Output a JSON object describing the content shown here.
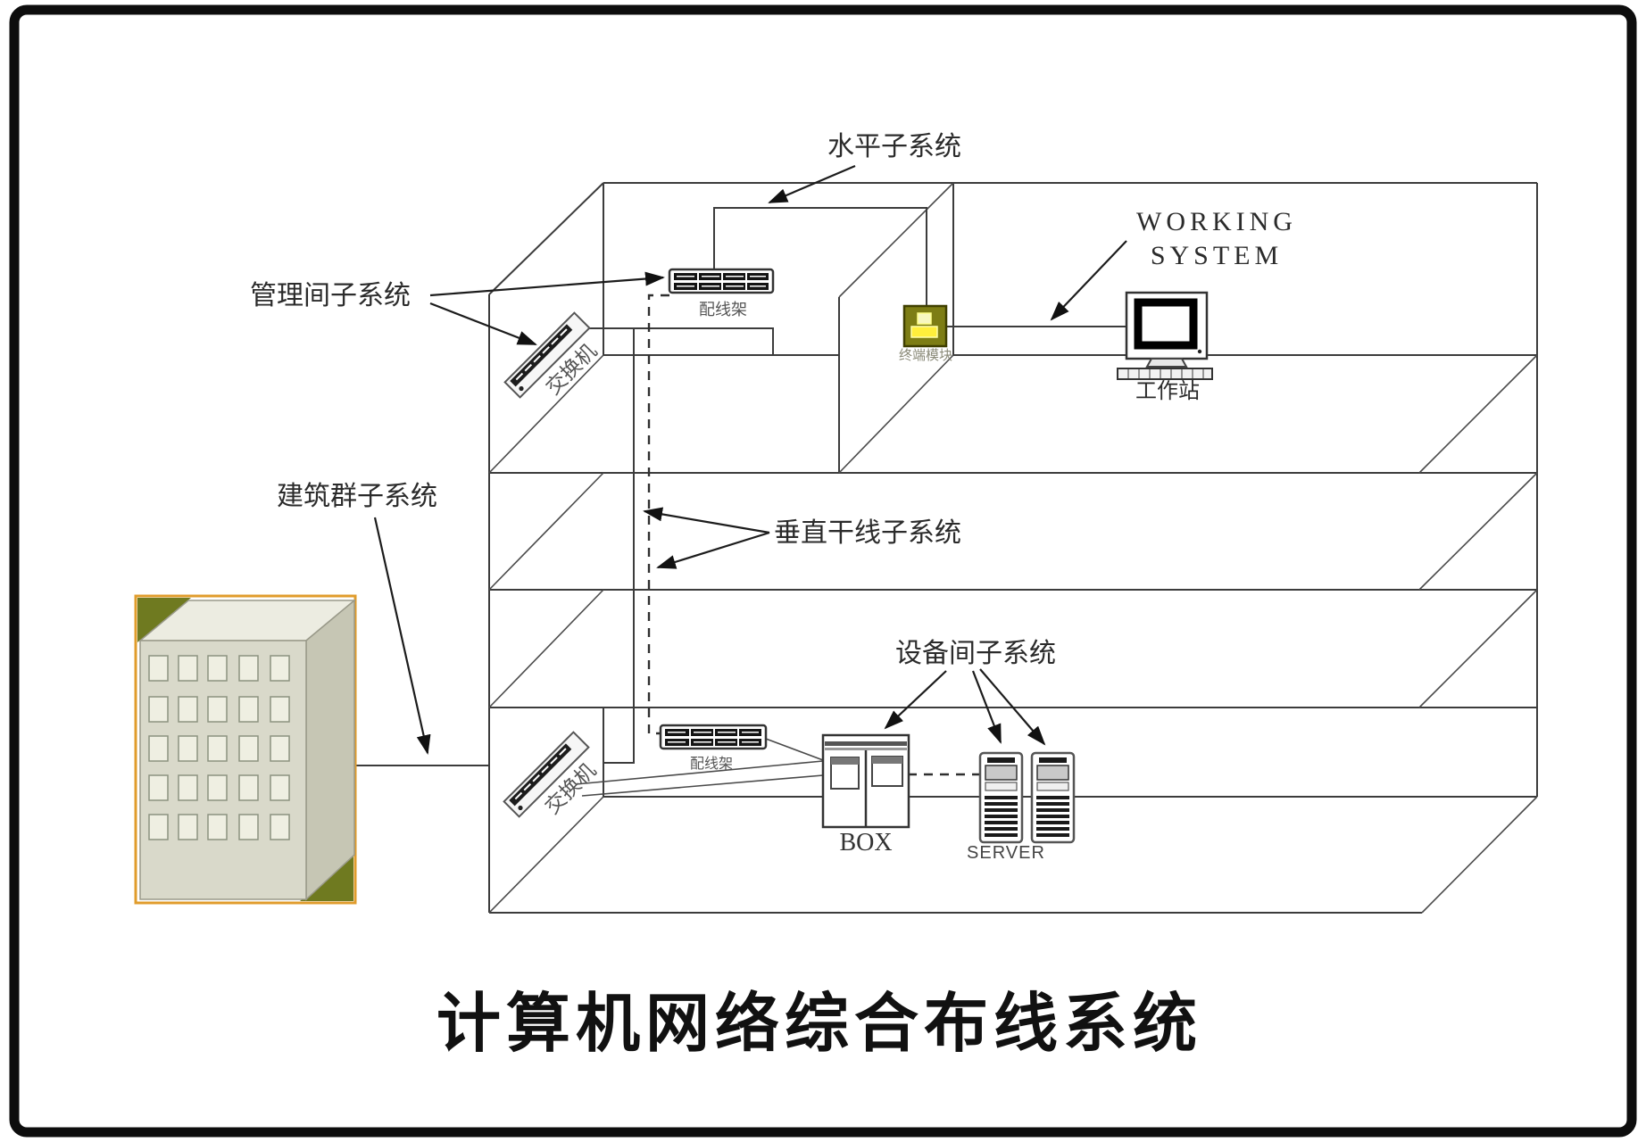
{
  "title": "计算机网络综合布线系统",
  "diagram": {
    "labels": {
      "horizontal_subsystem": "水平子系统",
      "management_subsystem": "管理间子系统",
      "campus_subsystem": "建筑群子系统",
      "vertical_backbone_subsystem": "垂直干线子系统",
      "equipment_room_subsystem": "设备间子系统",
      "working_system_line1": "WORKING",
      "working_system_line2": "SYSTEM",
      "workstation": "工作站",
      "terminal_module": "终端模块",
      "patch_panel_top": "配线架",
      "patch_panel_bottom": "配线架",
      "switch_top": "交换机",
      "switch_bottom": "交换机",
      "equipment_box": "BOX",
      "server": "SERVER"
    },
    "colors": {
      "outer_border": "#0d0d0d",
      "structure_line": "#3c3c3c",
      "module_olive": "#7d7d14",
      "module_olive_border": "#3f3f00",
      "module_yellow": "#ffef3c",
      "module_yellow_pale": "#f7f7c0",
      "building_frame_orange": "#e09c2c",
      "building_corner_olive": "#6f7a20",
      "building_front": "#d9d9ca",
      "building_top": "#ecece1",
      "building_side": "#c6c6b4",
      "building_window": "#efefe2"
    }
  }
}
